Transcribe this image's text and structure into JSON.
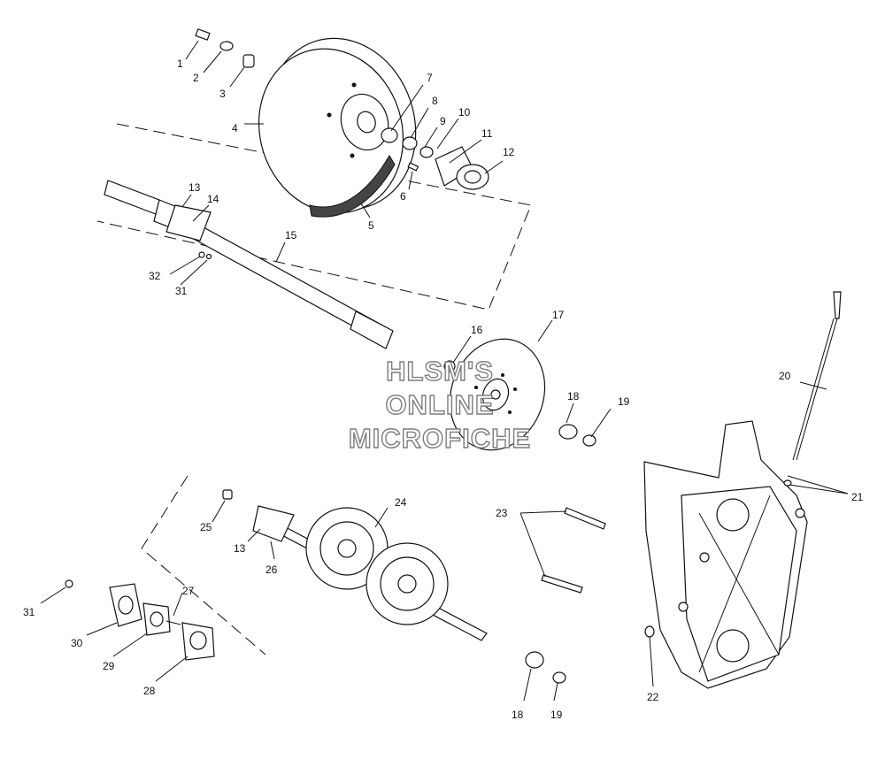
{
  "watermark": {
    "line1": "HLSM'S",
    "line2": "ONLINE",
    "line3": "MICROFICHE"
  },
  "callouts": {
    "c1": "1",
    "c2": "2",
    "c3": "3",
    "c4": "4",
    "c5": "5",
    "c6": "6",
    "c7": "7",
    "c8": "8",
    "c9": "9",
    "c10": "10",
    "c11": "11",
    "c12": "12",
    "c13a": "13",
    "c14": "14",
    "c15": "15",
    "c16": "16",
    "c17": "17",
    "c18a": "18",
    "c19a": "19",
    "c20": "20",
    "c21": "21",
    "c22": "22",
    "c23": "23",
    "c24": "24",
    "c25": "25",
    "c13b": "13",
    "c26": "26",
    "c27": "27",
    "c31a": "31",
    "c32": "32",
    "c31b": "31",
    "c30": "30",
    "c29": "29",
    "c28": "28",
    "c18b": "18",
    "c19b": "19"
  }
}
